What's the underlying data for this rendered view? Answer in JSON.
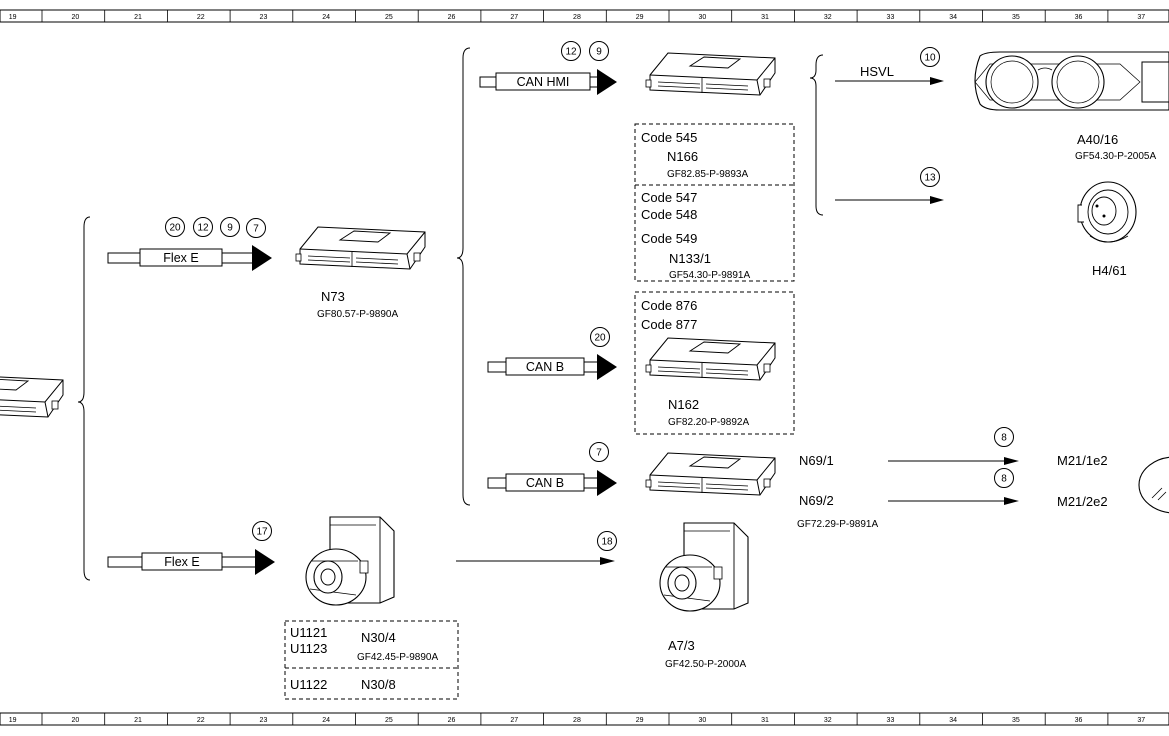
{
  "ruler": {
    "columns": [
      "19",
      "20",
      "21",
      "22",
      "23",
      "24",
      "25",
      "26",
      "27",
      "28",
      "29",
      "30",
      "31",
      "32",
      "33",
      "34",
      "35",
      "36",
      "37"
    ]
  },
  "buses": {
    "flex_e_top": "Flex E",
    "flex_e_bottom": "Flex E",
    "can_hmi": "CAN HMI",
    "can_b_mid": "CAN B",
    "can_b_low": "CAN B",
    "hsvl": "HSVL"
  },
  "circles": {
    "c_flex_top": [
      "20",
      "12",
      "9",
      "7"
    ],
    "c_can_hmi": [
      "12",
      "9"
    ],
    "c_hsvl": "10",
    "c_13": "13",
    "c_can_b_mid": "20",
    "c_can_b_low": "7",
    "c_m21_1": "8",
    "c_m21_2": "8",
    "c_flex_bottom": "17",
    "c_18": "18"
  },
  "components": {
    "n73": {
      "name": "N73",
      "doc": "GF80.57-P-9890A"
    },
    "n166": {
      "codes": [
        "Code 545"
      ],
      "name": "N166",
      "doc": "GF82.85-P-9893A"
    },
    "n133": {
      "codes": [
        "Code 547",
        "Code 548",
        "Code 549"
      ],
      "name": "N133/1",
      "doc": "GF54.30-P-9891A"
    },
    "n162": {
      "codes": [
        "Code 876",
        "Code 877"
      ],
      "name": "N162",
      "doc": "GF82.20-P-9892A"
    },
    "n69": {
      "name1": "N69/1",
      "name2": "N69/2",
      "doc": "GF72.29-P-9891A"
    },
    "a40": {
      "name": "A40/16",
      "doc": "GF54.30-P-2005A"
    },
    "h4": {
      "name": "H4/61"
    },
    "m21": {
      "name1": "M21/1e2",
      "name2": "M21/2e2"
    },
    "n30": {
      "u1": "U1121",
      "u2": "U1123",
      "name": "N30/4",
      "doc": "GF42.45-P-9890A",
      "u3": "U1122",
      "name2": "N30/8"
    },
    "a7": {
      "name": "A7/3",
      "doc": "GF42.50-P-2000A"
    }
  }
}
